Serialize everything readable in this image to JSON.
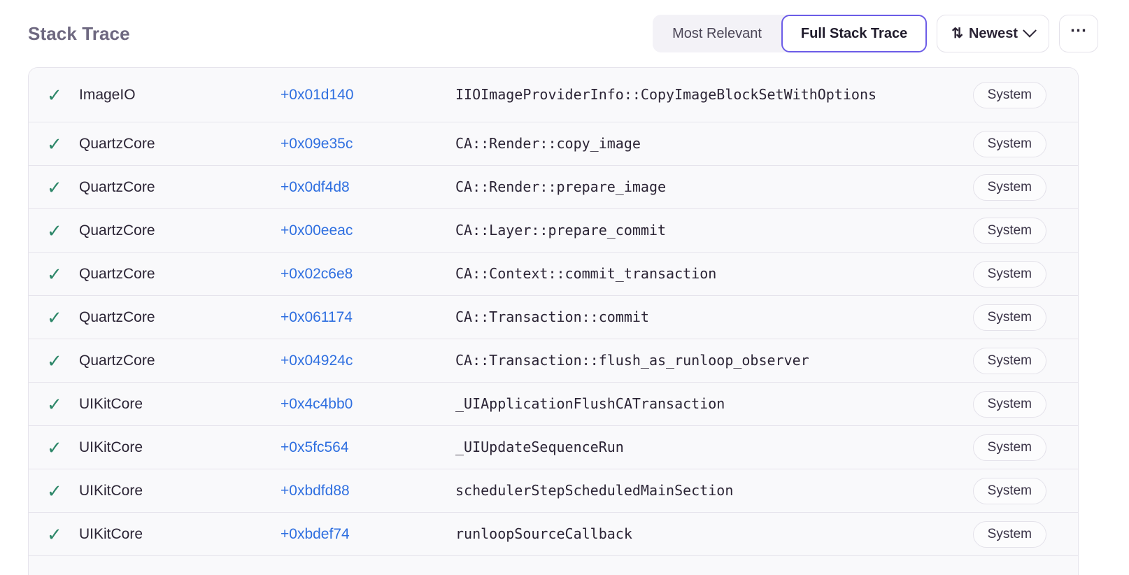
{
  "header": {
    "title": "Stack Trace",
    "segmented": {
      "options": [
        {
          "label": "Most Relevant",
          "active": false
        },
        {
          "label": "Full Stack Trace",
          "active": true
        }
      ]
    },
    "sort": {
      "icon": "sort-arrows-icon",
      "label": "Newest",
      "chevron": "chevron-down-icon"
    },
    "overflow": {
      "label": "•••",
      "icon": "ellipsis-icon"
    }
  },
  "colors": {
    "accent_purple": "#6c5ce7",
    "offset_blue": "#2f6fe0",
    "check_green": "#2e8769",
    "title_gray": "#6e6880",
    "row_bg": "#f9f9fb",
    "border": "#e6e4ec"
  },
  "stack": {
    "check_glyph": "✓",
    "frames": [
      {
        "module": "ImageIO",
        "offset": "+0x01d140",
        "symbol": "IIOImageProviderInfo::CopyImageBlockSetWithOptions",
        "badge": "System",
        "wraps": true
      },
      {
        "module": "QuartzCore",
        "offset": "+0x09e35c",
        "symbol": "CA::Render::copy_image",
        "badge": "System",
        "wraps": false
      },
      {
        "module": "QuartzCore",
        "offset": "+0x0df4d8",
        "symbol": "CA::Render::prepare_image",
        "badge": "System",
        "wraps": false
      },
      {
        "module": "QuartzCore",
        "offset": "+0x00eeac",
        "symbol": "CA::Layer::prepare_commit",
        "badge": "System",
        "wraps": false
      },
      {
        "module": "QuartzCore",
        "offset": "+0x02c6e8",
        "symbol": "CA::Context::commit_transaction",
        "badge": "System",
        "wraps": false
      },
      {
        "module": "QuartzCore",
        "offset": "+0x061174",
        "symbol": "CA::Transaction::commit",
        "badge": "System",
        "wraps": false
      },
      {
        "module": "QuartzCore",
        "offset": "+0x04924c",
        "symbol": "CA::Transaction::flush_as_runloop_observer",
        "badge": "System",
        "wraps": false
      },
      {
        "module": "UIKitCore",
        "offset": "+0x4c4bb0",
        "symbol": "_UIApplicationFlushCATransaction",
        "badge": "System",
        "wraps": false
      },
      {
        "module": "UIKitCore",
        "offset": "+0x5fc564",
        "symbol": "_UIUpdateSequenceRun",
        "badge": "System",
        "wraps": false
      },
      {
        "module": "UIKitCore",
        "offset": "+0xbdfd88",
        "symbol": "schedulerStepScheduledMainSection",
        "badge": "System",
        "wraps": false
      },
      {
        "module": "UIKitCore",
        "offset": "+0xbdef74",
        "symbol": "runloopSourceCallback",
        "badge": "System",
        "wraps": false
      }
    ]
  }
}
